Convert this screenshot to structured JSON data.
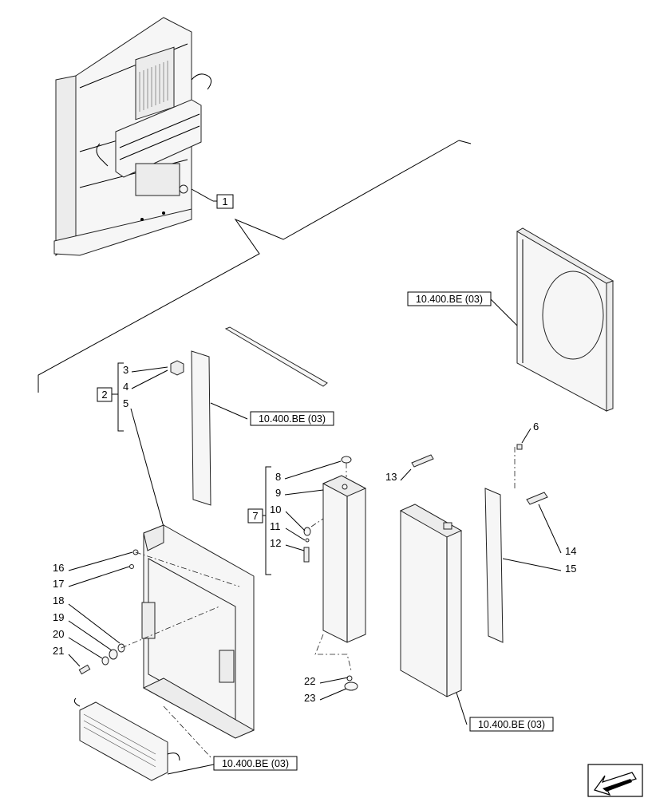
{
  "callouts": [
    {
      "id": "c1",
      "text": "1"
    },
    {
      "id": "c2",
      "text": "2"
    },
    {
      "id": "c3",
      "text": "3"
    },
    {
      "id": "c4",
      "text": "4"
    },
    {
      "id": "c5",
      "text": "5"
    },
    {
      "id": "c6",
      "text": "6"
    },
    {
      "id": "c7",
      "text": "7"
    },
    {
      "id": "c8",
      "text": "8"
    },
    {
      "id": "c9",
      "text": "9"
    },
    {
      "id": "c10",
      "text": "10"
    },
    {
      "id": "c11",
      "text": "11"
    },
    {
      "id": "c12",
      "text": "12"
    },
    {
      "id": "c13",
      "text": "13"
    },
    {
      "id": "c14",
      "text": "14"
    },
    {
      "id": "c15",
      "text": "15"
    },
    {
      "id": "c16",
      "text": "16"
    },
    {
      "id": "c17",
      "text": "17"
    },
    {
      "id": "c18",
      "text": "18"
    },
    {
      "id": "c19",
      "text": "19"
    },
    {
      "id": "c20",
      "text": "20"
    },
    {
      "id": "c21",
      "text": "21"
    },
    {
      "id": "c22",
      "text": "22"
    },
    {
      "id": "c23",
      "text": "23"
    }
  ],
  "refs": [
    {
      "id": "r1",
      "text": "10.400.BE (03)"
    },
    {
      "id": "r2",
      "text": "10.400.BE (03)"
    },
    {
      "id": "r3",
      "text": "10.400.BE (03)"
    },
    {
      "id": "r4",
      "text": "10.400.BE (03)"
    }
  ],
  "nav_icon": "back-arrow-icon"
}
